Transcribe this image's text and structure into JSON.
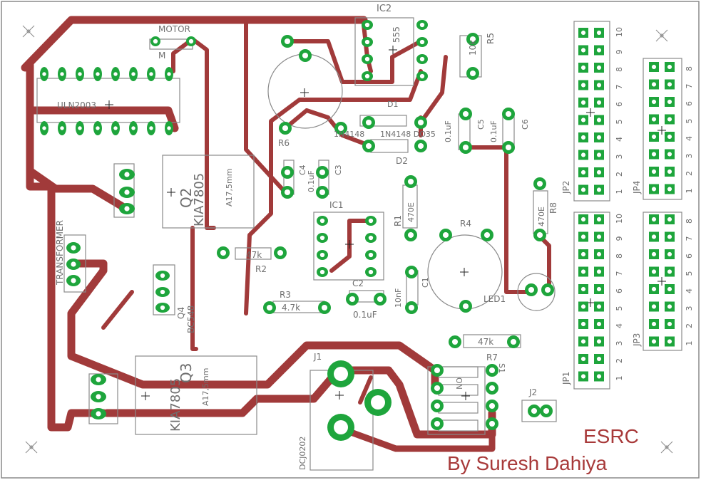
{
  "colors": {
    "trace": "#a13a3a",
    "pad": "#1ea53c",
    "hole": "#ffffff",
    "silk": "#6f6f6f",
    "outline": "#8a8a8a",
    "credit": "#a83a3a"
  },
  "labels": {
    "ic2": "IC2",
    "ic2_value": "555",
    "motor_top": "MOTOR",
    "motor_m": "M",
    "r5": "R5",
    "r5_value": "10k",
    "uln": "ULN2003",
    "q2": "Q2",
    "q2_value": "KIA7805",
    "q2_pkg": "A17,5mm",
    "c4": "C4",
    "c4_value": "0.1uF",
    "c3": "C3",
    "r6": "R6",
    "d1": "D1",
    "d1_value": "1N4148",
    "d2": "D2",
    "d2_value": "1N4148 DO35",
    "c5": "C5",
    "c5_value": "0.1uF",
    "c6": "C6",
    "c6_value": "0.1uF",
    "jp2": "JP2",
    "jp4": "JP4",
    "jp3": "JP3",
    "jp1": "JP1",
    "ic1": "IC1",
    "r1": "R1",
    "r1_value": "470E",
    "r4": "R4",
    "r8": "R8",
    "r8_value": "470E",
    "transformer": "TRANSFORMER",
    "r2": "R2",
    "r2_value": "47k",
    "q4": "Q4",
    "q4_value": "BC548",
    "r3": "R3",
    "r3_value": "4.7k",
    "c2": "C2",
    "c2_value": "0.1uF",
    "c1_value": "10nF",
    "c1": "C1",
    "led1": "LED1",
    "r7_value": "47k",
    "r7": "R7",
    "s1": "S1",
    "s1_value": "ON",
    "j1": "J1",
    "j1_value": "DCJ0202",
    "j2": "J2",
    "q3": "Q3",
    "q3_value": "KIA7805",
    "q3_pkg": "A17,5mm",
    "esrc": "ESRC",
    "author": "By Suresh Dahiya"
  },
  "header_numbers": {
    "ten": [
      "1",
      "2",
      "3",
      "4",
      "5",
      "6",
      "7",
      "8",
      "9",
      "10"
    ],
    "eight": [
      "1",
      "2",
      "3",
      "4",
      "5",
      "6",
      "7",
      "8"
    ]
  }
}
